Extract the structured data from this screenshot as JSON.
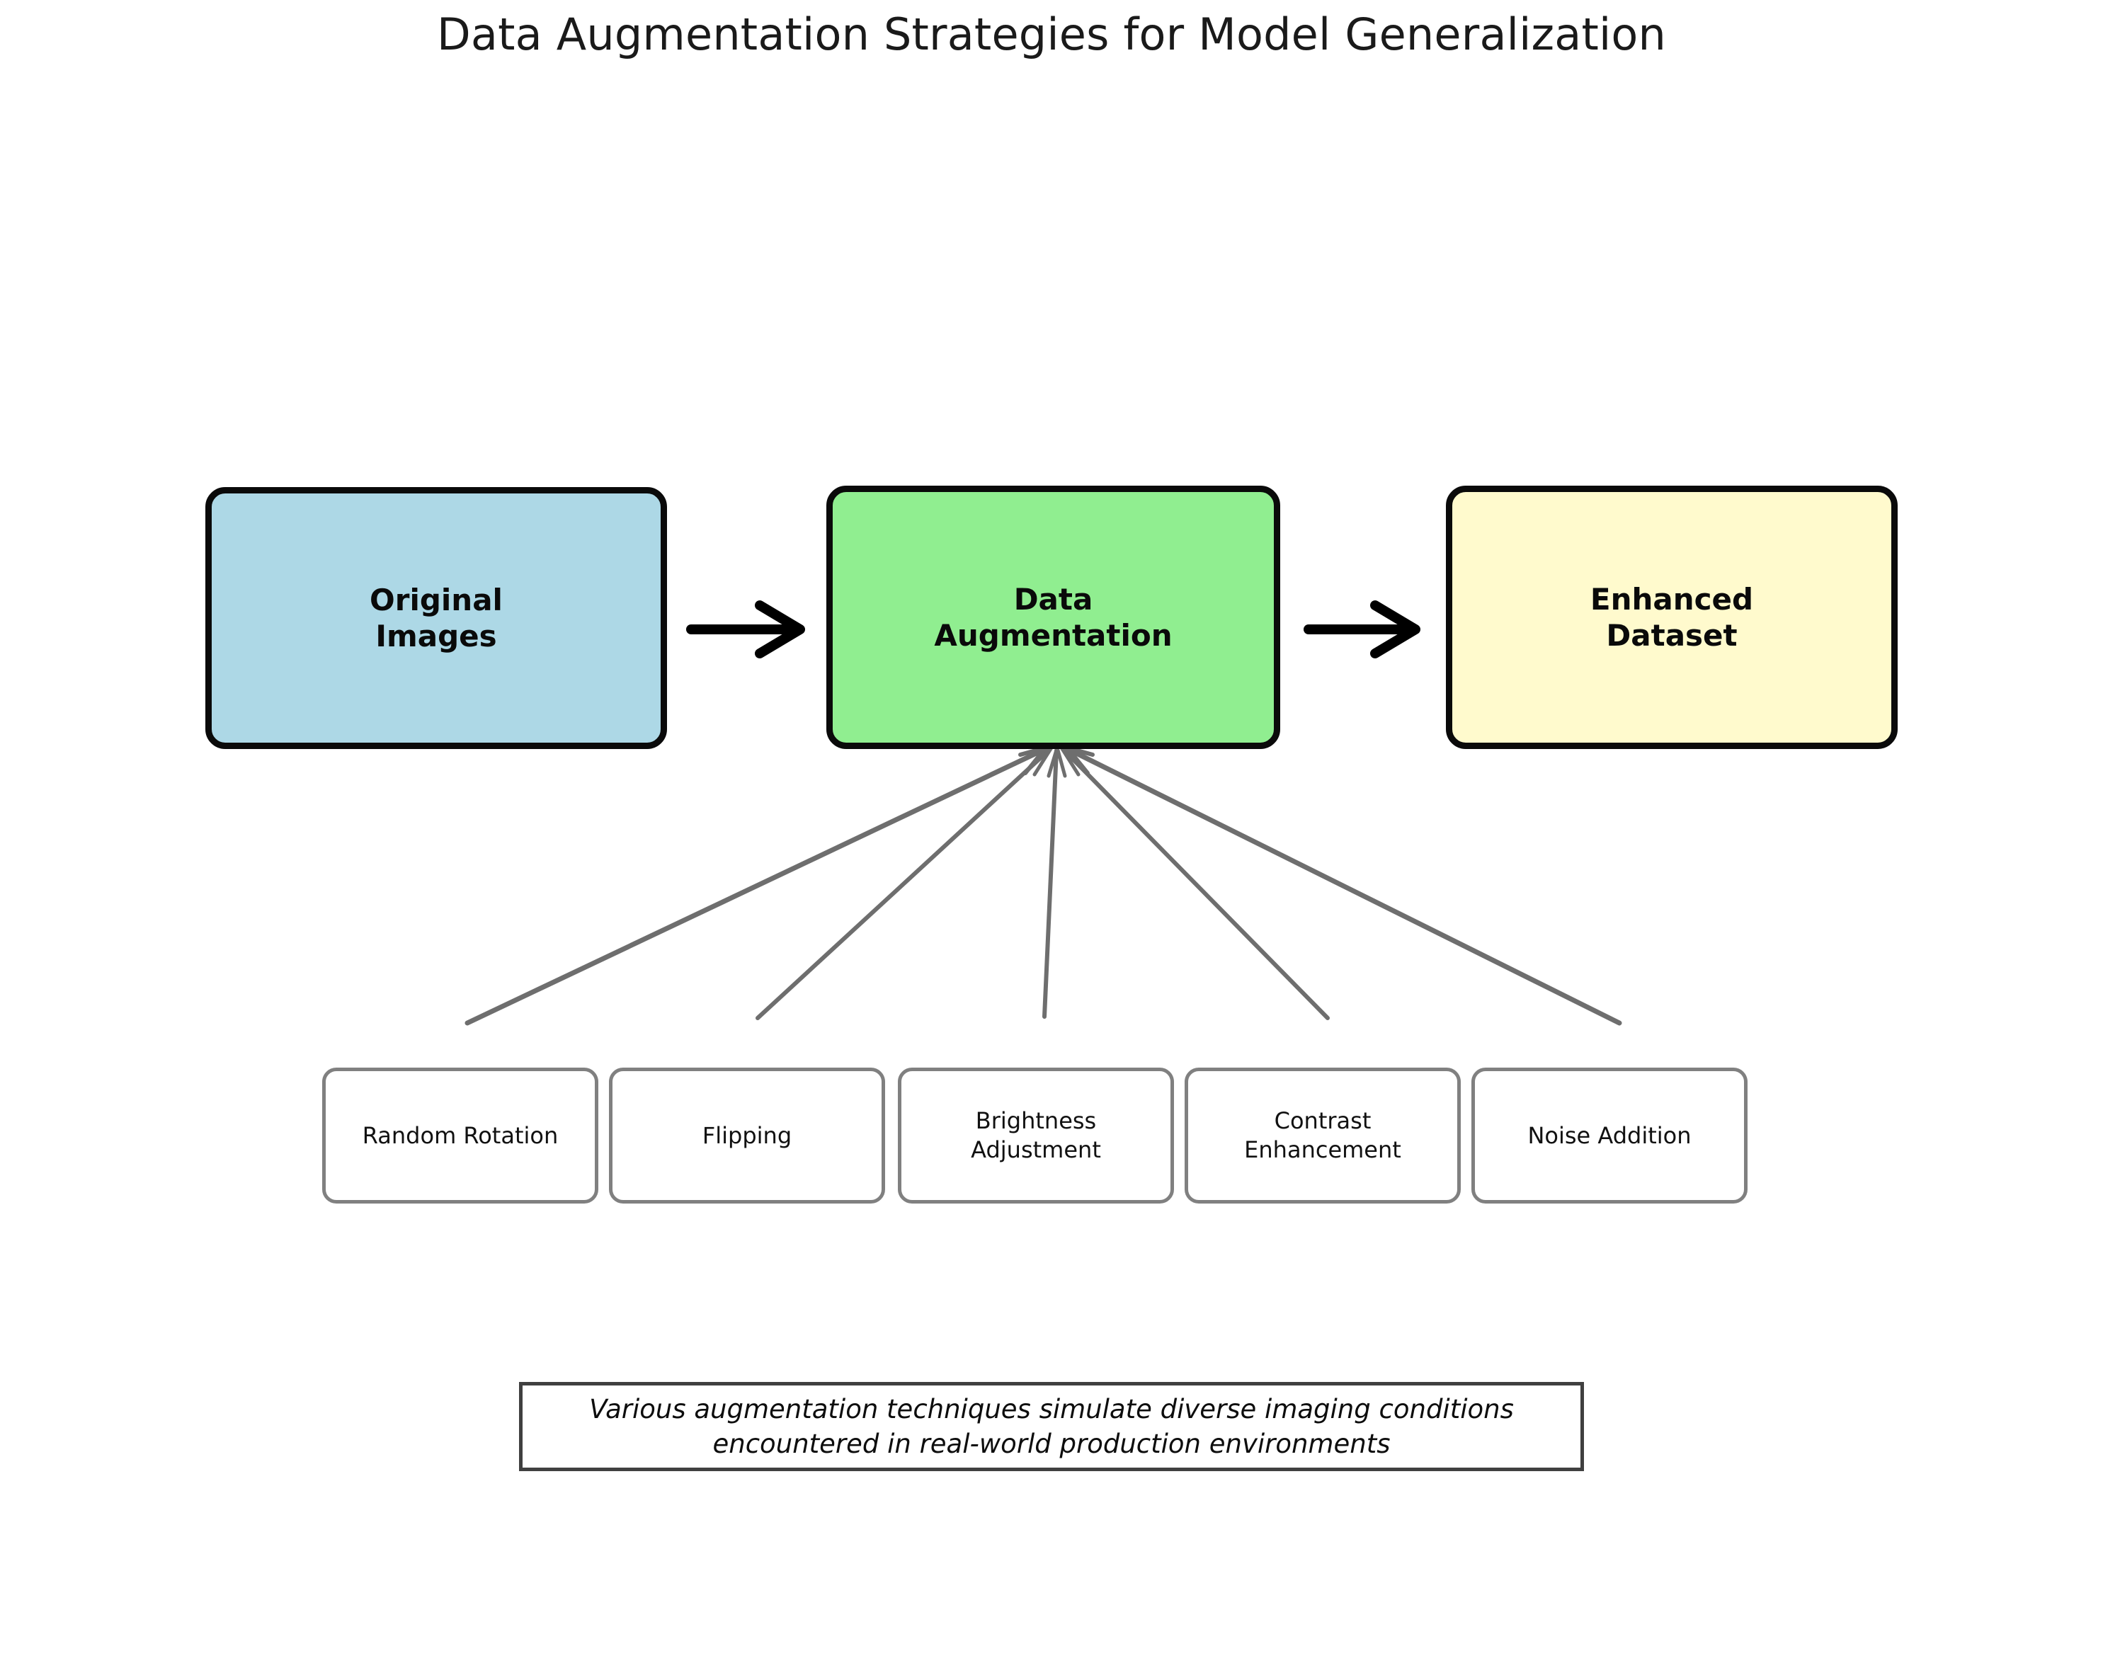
{
  "title": "Data Augmentation Strategies for Model Generalization",
  "pipeline": {
    "stages": [
      {
        "label": "Original\nImages",
        "fill": "#ADD8E6",
        "border": "#0a0a0a"
      },
      {
        "label": "Data\nAugmentation",
        "fill": "#90EE90",
        "border": "#0a0a0a"
      },
      {
        "label": "Enhanced\nDataset",
        "fill": "#FFFACD",
        "border": "#0a0a0a"
      }
    ],
    "arrows": [
      {
        "from": "Original Images",
        "to": "Data Augmentation",
        "color": "#000000"
      },
      {
        "from": "Data Augmentation",
        "to": "Enhanced Dataset",
        "color": "#000000"
      }
    ]
  },
  "techniques": {
    "parent": "Data Augmentation",
    "connector_color": "#6e6e6e",
    "items": [
      {
        "label": "Random Rotation"
      },
      {
        "label": "Flipping"
      },
      {
        "label": "Brightness\nAdjustment"
      },
      {
        "label": "Contrast\nEnhancement"
      },
      {
        "label": "Noise Addition"
      }
    ]
  },
  "caption": {
    "text": "Various augmentation techniques simulate diverse imaging conditions\nencountered in real-world production environments",
    "border_color": "#404040"
  },
  "colors": {
    "background": "#ffffff",
    "text": "#0d0d0d",
    "technique_border": "#808080"
  }
}
